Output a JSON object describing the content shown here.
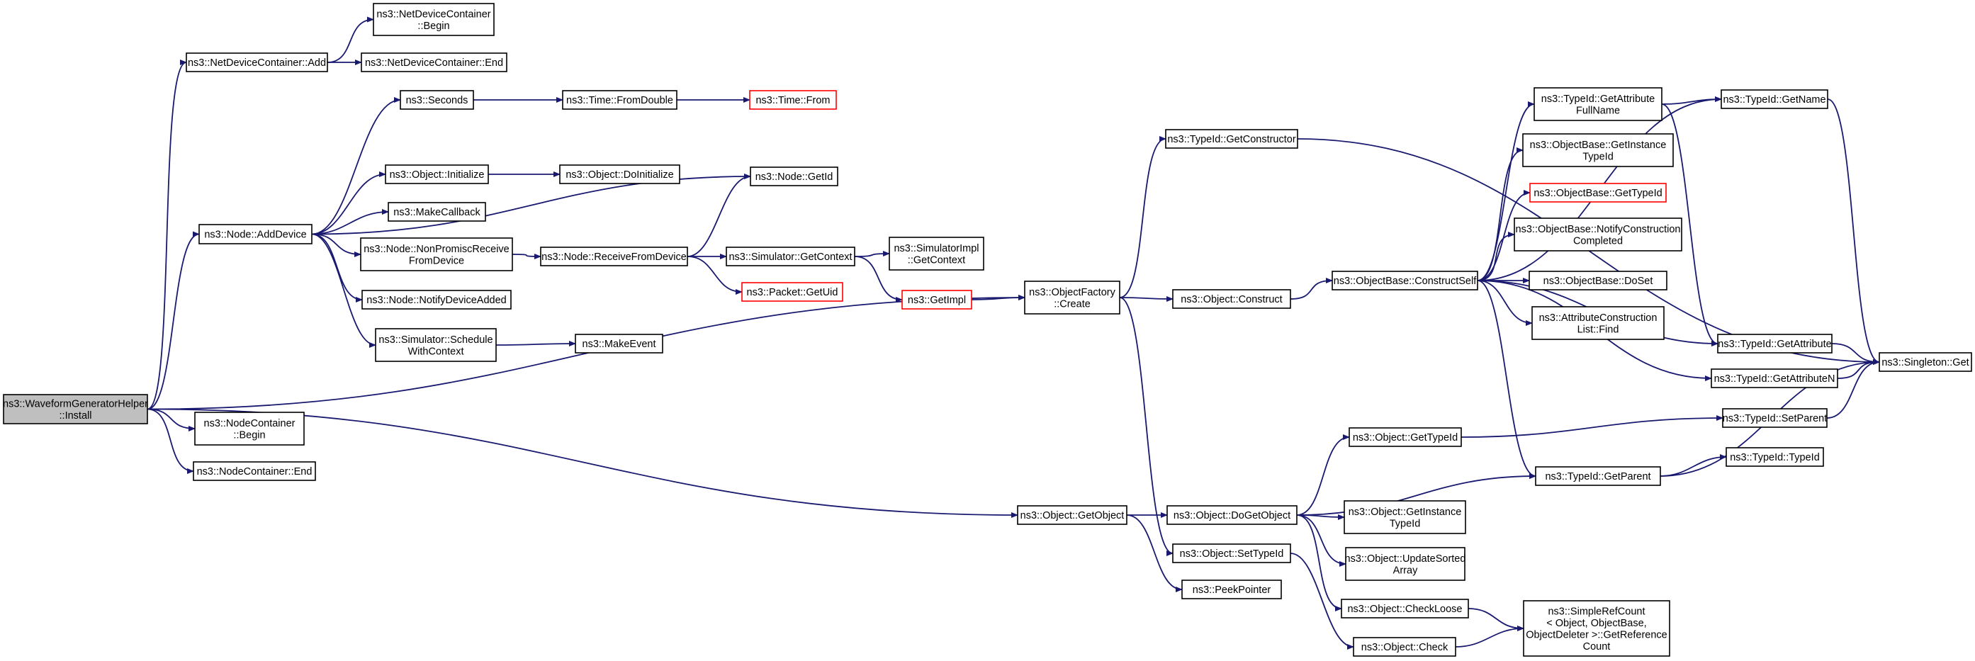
{
  "graph": {
    "colors": {
      "edge": "#191970",
      "node_border": "#000000",
      "node_fill": "#ffffff",
      "root_fill": "#bfbfbf",
      "undocumented_border": "#ff0000"
    },
    "nodes": [
      {
        "id": "install",
        "lines": [
          "ns3::WaveformGeneratorHelper",
          "::Install"
        ],
        "root": true
      },
      {
        "id": "ndc_add",
        "lines": [
          "ns3::NetDeviceContainer::Add"
        ]
      },
      {
        "id": "ndc_begin",
        "lines": [
          "ns3::NetDeviceContainer",
          "::Begin"
        ]
      },
      {
        "id": "ndc_end",
        "lines": [
          "ns3::NetDeviceContainer::End"
        ]
      },
      {
        "id": "node_adddevice",
        "lines": [
          "ns3::Node::AddDevice"
        ]
      },
      {
        "id": "seconds",
        "lines": [
          "ns3::Seconds"
        ]
      },
      {
        "id": "time_fromdouble",
        "lines": [
          "ns3::Time::FromDouble"
        ]
      },
      {
        "id": "time_from",
        "lines": [
          "ns3::Time::From"
        ],
        "undocumented": true
      },
      {
        "id": "object_initialize",
        "lines": [
          "ns3::Object::Initialize"
        ]
      },
      {
        "id": "object_doinitialize",
        "lines": [
          "ns3::Object::DoInitialize"
        ]
      },
      {
        "id": "node_getid",
        "lines": [
          "ns3::Node::GetId"
        ]
      },
      {
        "id": "makecallback",
        "lines": [
          "ns3::MakeCallback"
        ]
      },
      {
        "id": "node_nonpromisc",
        "lines": [
          "ns3::Node::NonPromiscReceive",
          "FromDevice"
        ]
      },
      {
        "id": "node_receivefromdevice",
        "lines": [
          "ns3::Node::ReceiveFromDevice"
        ]
      },
      {
        "id": "sim_getcontext",
        "lines": [
          "ns3::Simulator::GetContext"
        ]
      },
      {
        "id": "simimpl_getcontext",
        "lines": [
          "ns3::SimulatorImpl",
          "::GetContext"
        ]
      },
      {
        "id": "packet_getuid",
        "lines": [
          "ns3::Packet::GetUid"
        ],
        "undocumented": true
      },
      {
        "id": "getimpl",
        "lines": [
          "ns3::GetImpl"
        ],
        "undocumented": true
      },
      {
        "id": "node_notifydeviceadded",
        "lines": [
          "ns3::Node::NotifyDeviceAdded"
        ]
      },
      {
        "id": "sim_schedulewithcontext",
        "lines": [
          "ns3::Simulator::Schedule",
          "WithContext"
        ]
      },
      {
        "id": "makeevent",
        "lines": [
          "ns3::MakeEvent"
        ]
      },
      {
        "id": "nc_begin",
        "lines": [
          "ns3::NodeContainer",
          "::Begin"
        ]
      },
      {
        "id": "nc_end",
        "lines": [
          "ns3::NodeContainer::End"
        ]
      },
      {
        "id": "objfactory_create",
        "lines": [
          "ns3::ObjectFactory",
          "::Create"
        ]
      },
      {
        "id": "typeid_getconstructor",
        "lines": [
          "ns3::TypeId::GetConstructor"
        ]
      },
      {
        "id": "object_construct",
        "lines": [
          "ns3::Object::Construct"
        ]
      },
      {
        "id": "objbase_constructself",
        "lines": [
          "ns3::ObjectBase::ConstructSelf"
        ]
      },
      {
        "id": "typeid_getattrfullname",
        "lines": [
          "ns3::TypeId::GetAttribute",
          "FullName"
        ]
      },
      {
        "id": "typeid_getname",
        "lines": [
          "ns3::TypeId::GetName"
        ]
      },
      {
        "id": "objbase_getinstancetypeid",
        "lines": [
          "ns3::ObjectBase::GetInstance",
          "TypeId"
        ]
      },
      {
        "id": "objbase_gettypeid",
        "lines": [
          "ns3::ObjectBase::GetTypeId"
        ],
        "undocumented": true
      },
      {
        "id": "objbase_notifyconstruction",
        "lines": [
          "ns3::ObjectBase::NotifyConstruction",
          "Completed"
        ]
      },
      {
        "id": "objbase_doset",
        "lines": [
          "ns3::ObjectBase::DoSet"
        ]
      },
      {
        "id": "attrconstruction_find",
        "lines": [
          "ns3::AttributeConstruction",
          "List::Find"
        ]
      },
      {
        "id": "typeid_getattribute",
        "lines": [
          "ns3::TypeId::GetAttribute"
        ]
      },
      {
        "id": "typeid_getattributen",
        "lines": [
          "ns3::TypeId::GetAttributeN"
        ]
      },
      {
        "id": "singleton_get",
        "lines": [
          "ns3::Singleton::Get"
        ]
      },
      {
        "id": "typeid_setparent",
        "lines": [
          "ns3::TypeId::SetParent"
        ]
      },
      {
        "id": "object_gettypeid",
        "lines": [
          "ns3::Object::GetTypeId"
        ]
      },
      {
        "id": "typeid_typeid",
        "lines": [
          "ns3::TypeId::TypeId"
        ]
      },
      {
        "id": "typeid_getparent",
        "lines": [
          "ns3::TypeId::GetParent"
        ]
      },
      {
        "id": "object_getobject",
        "lines": [
          "ns3::Object::GetObject"
        ]
      },
      {
        "id": "object_dogetobject",
        "lines": [
          "ns3::Object::DoGetObject"
        ]
      },
      {
        "id": "object_getinstancetypeid",
        "lines": [
          "ns3::Object::GetInstance",
          "TypeId"
        ]
      },
      {
        "id": "object_updatesortedarray",
        "lines": [
          "ns3::Object::UpdateSorted",
          "Array"
        ]
      },
      {
        "id": "object_settypeid",
        "lines": [
          "ns3::Object::SetTypeId"
        ]
      },
      {
        "id": "peekpointer",
        "lines": [
          "ns3::PeekPointer"
        ]
      },
      {
        "id": "object_checkloose",
        "lines": [
          "ns3::Object::CheckLoose"
        ]
      },
      {
        "id": "object_check",
        "lines": [
          "ns3::Object::Check"
        ]
      },
      {
        "id": "simplerefcount_getref",
        "lines": [
          "ns3::SimpleRefCount",
          "< Object, ObjectBase,",
          "ObjectDeleter >::GetReference",
          "Count"
        ]
      }
    ],
    "edges": [
      [
        "install",
        "ndc_add"
      ],
      [
        "install",
        "node_adddevice"
      ],
      [
        "install",
        "objfactory_create"
      ],
      [
        "install",
        "nc_begin"
      ],
      [
        "install",
        "nc_end"
      ],
      [
        "install",
        "object_getobject"
      ],
      [
        "ndc_add",
        "ndc_begin"
      ],
      [
        "ndc_add",
        "ndc_end"
      ],
      [
        "node_adddevice",
        "seconds"
      ],
      [
        "node_adddevice",
        "node_getid"
      ],
      [
        "node_adddevice",
        "object_initialize"
      ],
      [
        "node_adddevice",
        "makecallback"
      ],
      [
        "node_adddevice",
        "node_nonpromisc"
      ],
      [
        "node_adddevice",
        "node_notifydeviceadded"
      ],
      [
        "node_adddevice",
        "sim_schedulewithcontext"
      ],
      [
        "seconds",
        "time_fromdouble"
      ],
      [
        "time_fromdouble",
        "time_from"
      ],
      [
        "object_initialize",
        "object_doinitialize"
      ],
      [
        "node_nonpromisc",
        "node_receivefromdevice"
      ],
      [
        "node_receivefromdevice",
        "node_getid"
      ],
      [
        "node_receivefromdevice",
        "sim_getcontext"
      ],
      [
        "node_receivefromdevice",
        "packet_getuid"
      ],
      [
        "sim_getcontext",
        "simimpl_getcontext"
      ],
      [
        "sim_getcontext",
        "getimpl"
      ],
      [
        "getimpl",
        "objfactory_create"
      ],
      [
        "sim_schedulewithcontext",
        "makeevent"
      ],
      [
        "objfactory_create",
        "typeid_getconstructor"
      ],
      [
        "objfactory_create",
        "object_construct"
      ],
      [
        "objfactory_create",
        "object_settypeid"
      ],
      [
        "typeid_getconstructor",
        "singleton_get"
      ],
      [
        "object_construct",
        "objbase_constructself"
      ],
      [
        "objbase_constructself",
        "typeid_getattrfullname"
      ],
      [
        "objbase_constructself",
        "typeid_getname"
      ],
      [
        "objbase_constructself",
        "objbase_getinstancetypeid"
      ],
      [
        "objbase_constructself",
        "objbase_gettypeid"
      ],
      [
        "objbase_constructself",
        "objbase_notifyconstruction"
      ],
      [
        "objbase_constructself",
        "objbase_doset"
      ],
      [
        "objbase_constructself",
        "attrconstruction_find"
      ],
      [
        "objbase_constructself",
        "typeid_getattribute"
      ],
      [
        "objbase_constructself",
        "typeid_getattributen"
      ],
      [
        "objbase_constructself",
        "typeid_getparent"
      ],
      [
        "typeid_getattrfullname",
        "typeid_getname"
      ],
      [
        "typeid_getattrfullname",
        "typeid_getattribute"
      ],
      [
        "typeid_getname",
        "singleton_get"
      ],
      [
        "typeid_getattribute",
        "singleton_get"
      ],
      [
        "typeid_getattributen",
        "singleton_get"
      ],
      [
        "typeid_setparent",
        "singleton_get"
      ],
      [
        "object_gettypeid",
        "typeid_setparent"
      ],
      [
        "typeid_getparent",
        "typeid_typeid"
      ],
      [
        "typeid_getparent",
        "singleton_get"
      ],
      [
        "object_getobject",
        "object_dogetobject"
      ],
      [
        "object_getobject",
        "peekpointer"
      ],
      [
        "object_dogetobject",
        "object_gettypeid"
      ],
      [
        "object_dogetobject",
        "typeid_getparent"
      ],
      [
        "object_dogetobject",
        "object_getinstancetypeid"
      ],
      [
        "object_dogetobject",
        "object_updatesortedarray"
      ],
      [
        "object_dogetobject",
        "object_checkloose"
      ],
      [
        "object_settypeid",
        "object_check"
      ],
      [
        "object_checkloose",
        "simplerefcount_getref"
      ],
      [
        "object_check",
        "simplerefcount_getref"
      ]
    ]
  }
}
